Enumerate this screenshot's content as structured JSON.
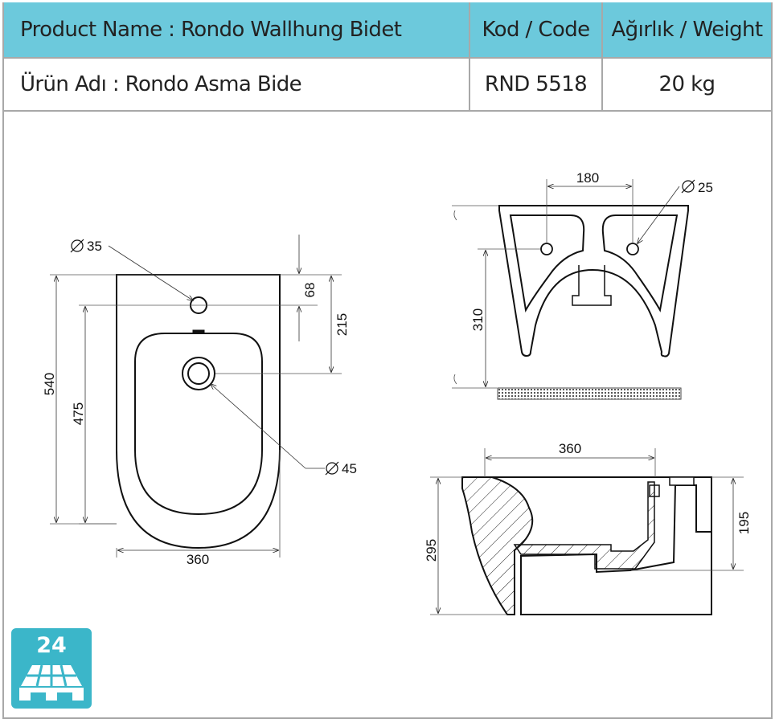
{
  "header": {
    "product_name_en": "Product Name : Rondo Wallhung Bidet",
    "code_header": "Kod / Code",
    "weight_header": "Ağırlık / Weight"
  },
  "row": {
    "product_name_tr": "Ürün Adı : Rondo Asma Bide",
    "code": "RND 5518",
    "weight": "20 kg"
  },
  "top_view": {
    "hole_tap": "35",
    "hole_drain": "45",
    "dim_68": "68",
    "dim_215": "215",
    "dim_540": "540",
    "dim_475": "475",
    "dim_360": "360"
  },
  "rear_view": {
    "dim_180": "180",
    "hole_fix": "25",
    "dim_310": "310"
  },
  "side_view": {
    "dim_360": "360",
    "dim_295": "295",
    "dim_195": "195"
  },
  "pallet_badge": {
    "count": "24",
    "icon": "pallet-icon"
  },
  "colors": {
    "header_bg": "#6cc9dc",
    "badge_bg": "#3bb6c9",
    "grid_border": "#a8a8a8"
  }
}
